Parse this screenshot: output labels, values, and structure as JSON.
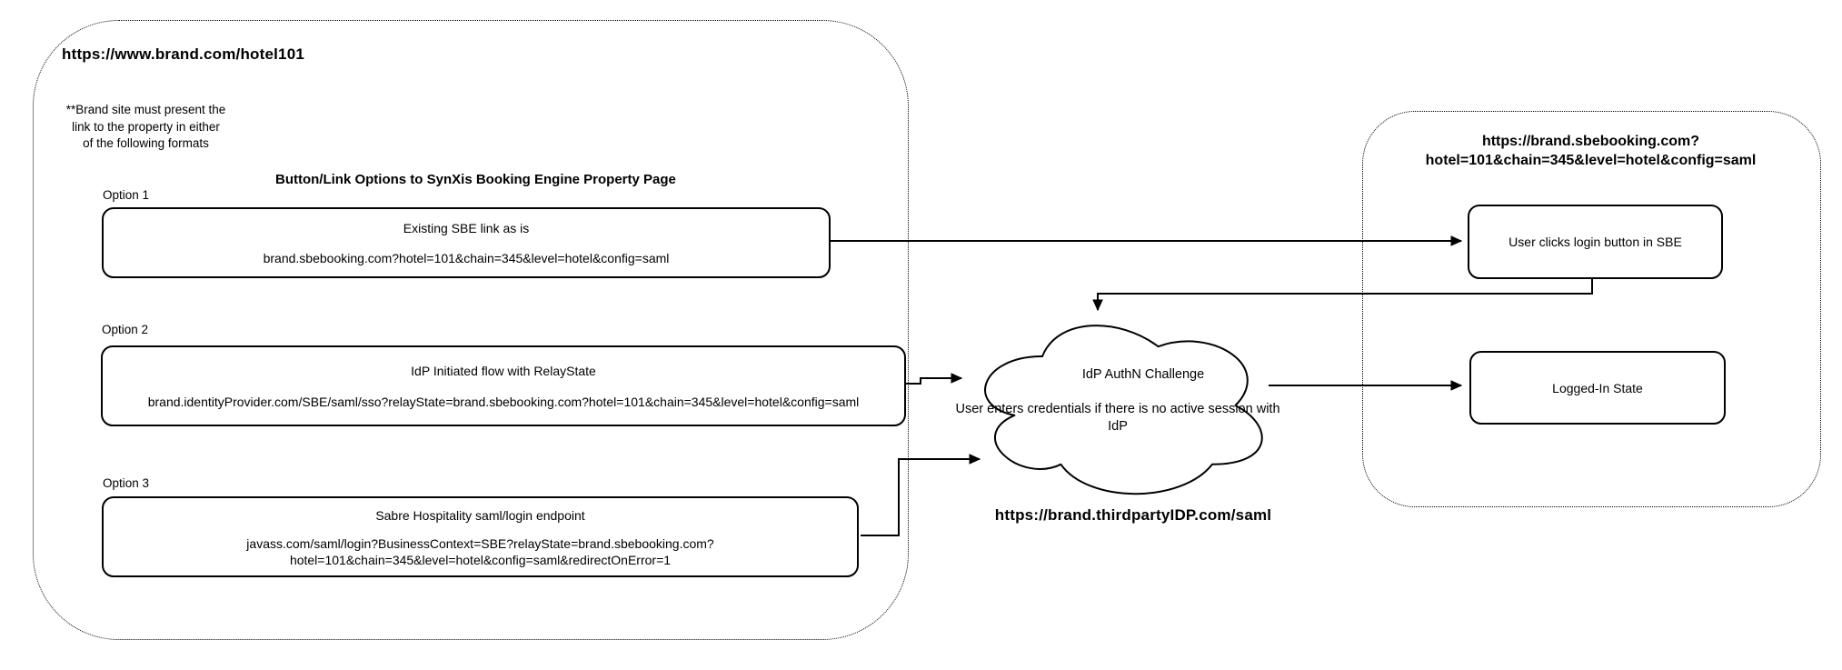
{
  "brand_site": {
    "url": "https://www.brand.com/hotel101",
    "note_lines": [
      "**Brand site must present the",
      "link to the property in either",
      "of the following formats"
    ],
    "section_title": "Button/Link Options to SynXis Booking Engine Property Page",
    "options": [
      {
        "label": "Option 1",
        "title": "Existing SBE link as is",
        "link_line1": "brand.sbebooking.com?hotel=101&chain=345&level=hotel&config=saml"
      },
      {
        "label": "Option 2",
        "title": "IdP Initiated flow with RelayState",
        "link_line1": "brand.identityProvider.com/SBE/saml/sso?relayState=brand.sbebooking.com?hotel=101&chain=345&level=hotel&config=saml"
      },
      {
        "label": "Option 3",
        "title": "Sabre Hospitality saml/login endpoint",
        "link_line1": "javass.com/saml/login?BusinessContext=SBE?relayState=brand.sbebooking.com?",
        "link_line2": "hotel=101&chain=345&level=hotel&config=saml&redirectOnError=1"
      }
    ]
  },
  "idp": {
    "cloud_title": "IdP AuthN Challenge",
    "cloud_note_line1": "User enters credentials if there is no active session with",
    "cloud_note_line2": "IdP",
    "url": "https://brand.thirdpartyIDP.com/saml"
  },
  "sbe": {
    "url_line1": "https://brand.sbebooking.com?",
    "url_line2": "hotel=101&chain=345&level=hotel&config=saml",
    "login_box_label": "User clicks login button in SBE",
    "logged_in_box_label": "Logged-In State"
  },
  "colors": {
    "line": "#000000",
    "background": "#ffffff",
    "text": "#000000"
  }
}
